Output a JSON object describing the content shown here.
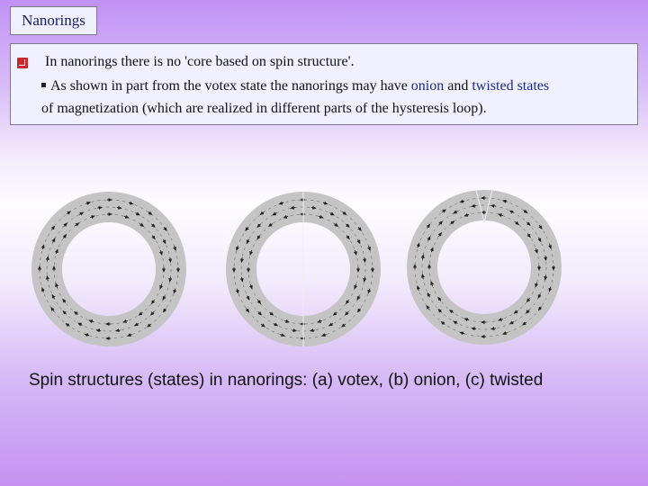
{
  "title": "Nanorings",
  "bullets": {
    "main": "In nanorings there is no 'core based on spin structure'.",
    "sub_line1_pre": "As shown in  part from the votex state the nanorings may have ",
    "sub_onion": "onion",
    "sub_and": " and ",
    "sub_twisted": "twisted states",
    "sub_line2": "of magnetization (which are realized in different parts of the hysteresis loop)."
  },
  "figure": {
    "caption": "Spin structures (states) in nanorings: (a) votex, (b) onion, (c) twisted",
    "rings": [
      {
        "state": "votex"
      },
      {
        "state": "onion"
      },
      {
        "state": "twisted"
      }
    ]
  },
  "colors": {
    "ring": "#c4c4c4",
    "accent_text": "#1a2a8a",
    "bullet": "#c62a2a"
  }
}
